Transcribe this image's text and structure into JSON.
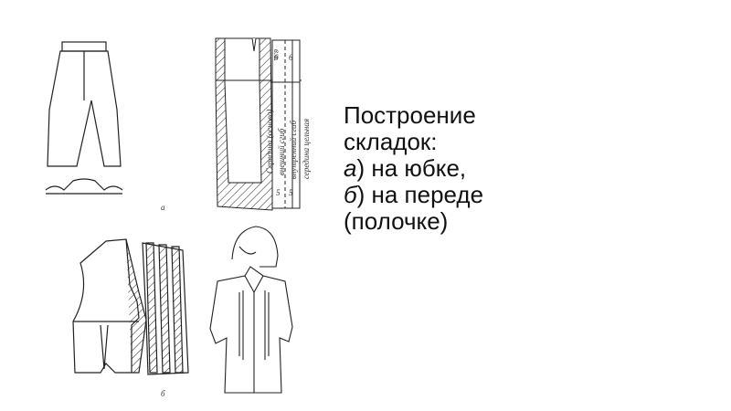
{
  "slide": {
    "caption_lines": [
      {
        "letter": "",
        "text": "Построение"
      },
      {
        "letter": "",
        "text": "складок:"
      },
      {
        "letter": "а",
        "text": ") на юбке,"
      },
      {
        "letter": "б",
        "text": ") на переде"
      },
      {
        "letter": "",
        "text": "(полочке)"
      }
    ]
  },
  "figure": {
    "label_a": "а",
    "label_b": "б",
    "pattern_labels": {
      "vo": "в.о.",
      "center_base": "Середина (основа)",
      "outer_fold": "внешний сгиб",
      "inner_fold": "внутренний сгиб",
      "center_solid": "середина цельная",
      "n6a": "6",
      "n6b": "6",
      "n5a": "5",
      "n5b": "5"
    }
  }
}
